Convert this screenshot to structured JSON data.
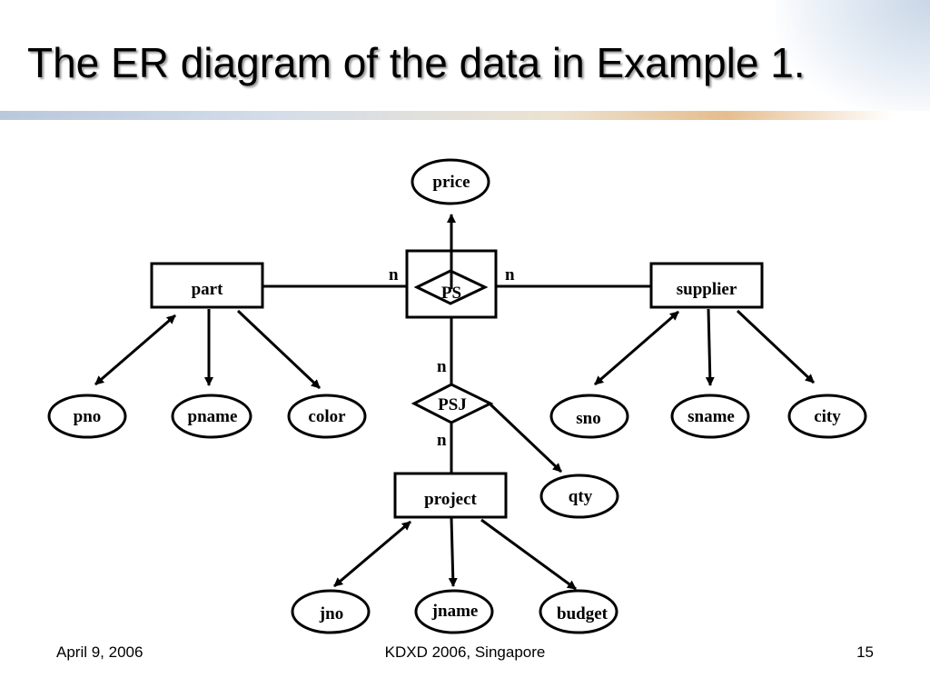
{
  "slide": {
    "title": "The ER diagram of the data in Example 1.",
    "footer": {
      "date": "April 9, 2006",
      "venue": "KDXD 2006, Singapore",
      "page": "15"
    }
  },
  "diagram": {
    "entities": {
      "part": "part",
      "supplier": "supplier",
      "project": "project"
    },
    "relationships": {
      "ps": "PS",
      "psj": "PSJ"
    },
    "attributes": {
      "price": "price",
      "pno": "pno",
      "pname": "pname",
      "color": "color",
      "sno": "sno",
      "sname": "sname",
      "city": "city",
      "qty": "qty",
      "jno": "jno",
      "jname": "jname",
      "budget": "budget"
    },
    "cardinalities": {
      "ps_part": "n",
      "ps_supplier": "n",
      "psj_ps": "n",
      "psj_project": "n"
    }
  }
}
